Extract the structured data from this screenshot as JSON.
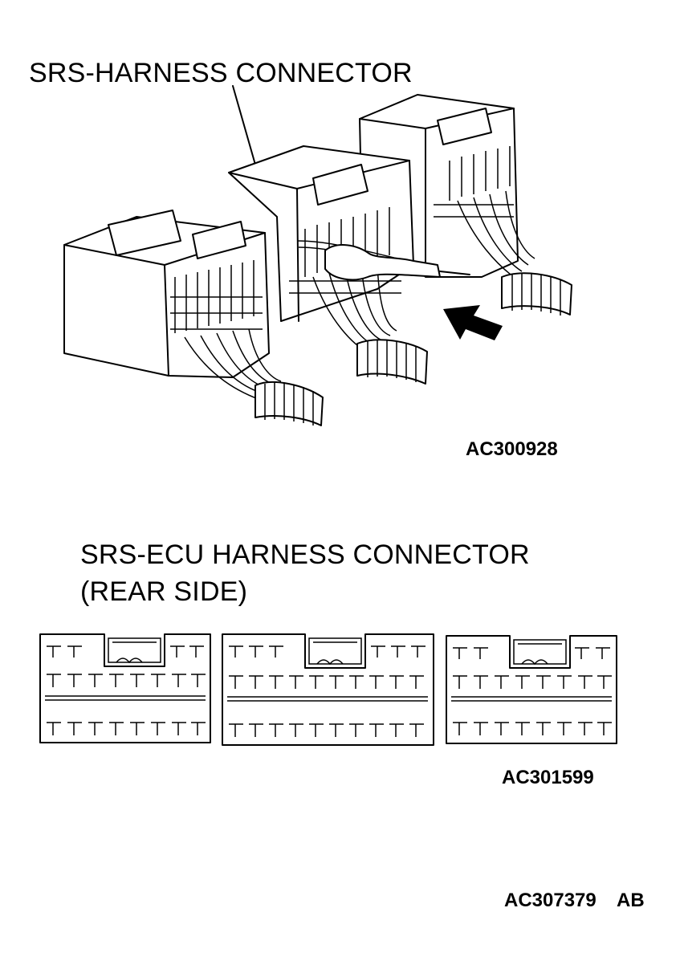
{
  "top_section": {
    "title": "SRS-HARNESS CONNECTOR",
    "code": "AC300928"
  },
  "bottom_section": {
    "title_line1": "SRS-ECU HARNESS CONNECTOR",
    "title_line2": "(REAR SIDE)",
    "code": "AC301599"
  },
  "footer": {
    "code": "AC307379",
    "suffix": "AB"
  },
  "icons": [
    "insertion-arrow-icon"
  ]
}
